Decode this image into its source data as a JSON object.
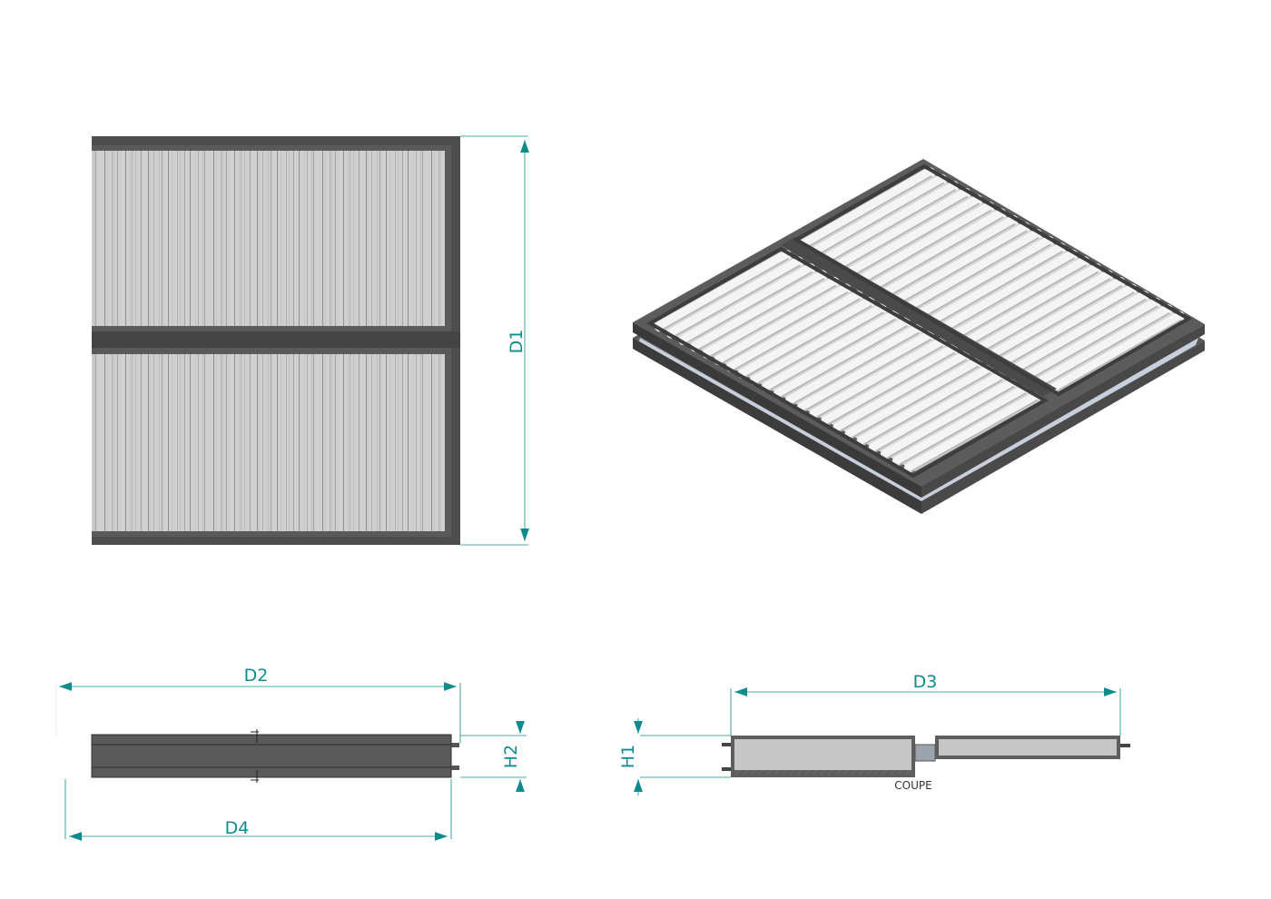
{
  "labels": {
    "d1": "D1",
    "d2": "D2",
    "d3": "D3",
    "d4": "D4",
    "h1": "H1",
    "h2": "H2",
    "section": "COUPE"
  },
  "colors": {
    "frame": "#4e4e4e",
    "frame_dark": "#3a3a3a",
    "pleat_light": "#cfcfcf",
    "pleat_mid": "#a9a9a9",
    "pleat_dark": "#8a8a8a",
    "iso_pleat": "#e9e9e9",
    "dimension": "#0f8b8d",
    "gasket": "#c7cfdc"
  },
  "icons": {
    "arrow": "dimension-arrow-icon"
  }
}
